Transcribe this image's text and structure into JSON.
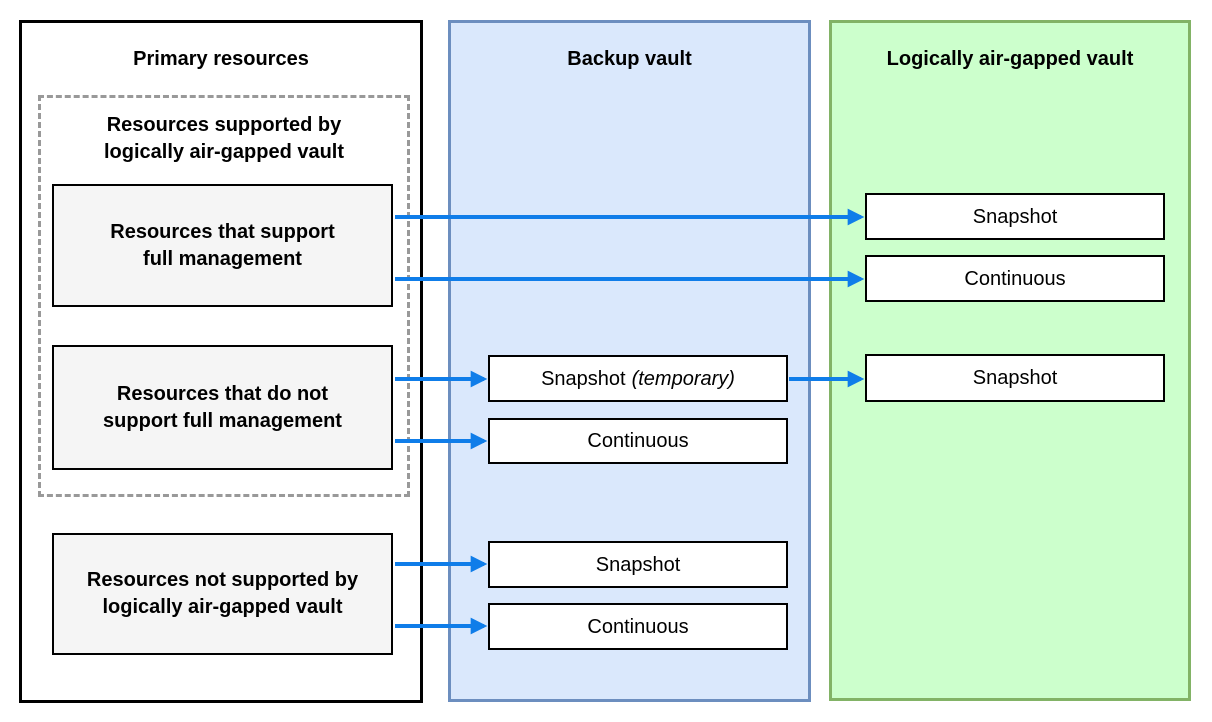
{
  "diagram": {
    "panels": {
      "primary": {
        "title": "Primary resources",
        "group": {
          "title": "Resources supported by\nlogically air-gapped vault",
          "boxes": [
            {
              "label": "Resources that support\nfull management"
            },
            {
              "label": "Resources that do not\nsupport full management"
            }
          ]
        },
        "unsupported_box": {
          "label": "Resources not supported by\nlogically air-gapped vault"
        }
      },
      "backup_vault": {
        "title": "Backup vault",
        "boxes": [
          {
            "label": "Snapshot",
            "suffix": "(temporary)"
          },
          {
            "label": "Continuous"
          },
          {
            "label": "Snapshot"
          },
          {
            "label": "Continuous"
          }
        ]
      },
      "air_gapped_vault": {
        "title": "Logically air-gapped vault",
        "boxes": [
          {
            "label": "Snapshot"
          },
          {
            "label": "Continuous"
          },
          {
            "label": "Snapshot"
          }
        ]
      }
    },
    "colors": {
      "backup_fill": "#dae8fc",
      "backup_border": "#6c8ebf",
      "airgap_fill": "#ccffcc",
      "airgap_border": "#82b366",
      "resource_fill": "#f5f5f5",
      "panel_border_color": "#000000",
      "dashed_border_color": "#999999",
      "arrow_color": "#0f7de9"
    }
  }
}
